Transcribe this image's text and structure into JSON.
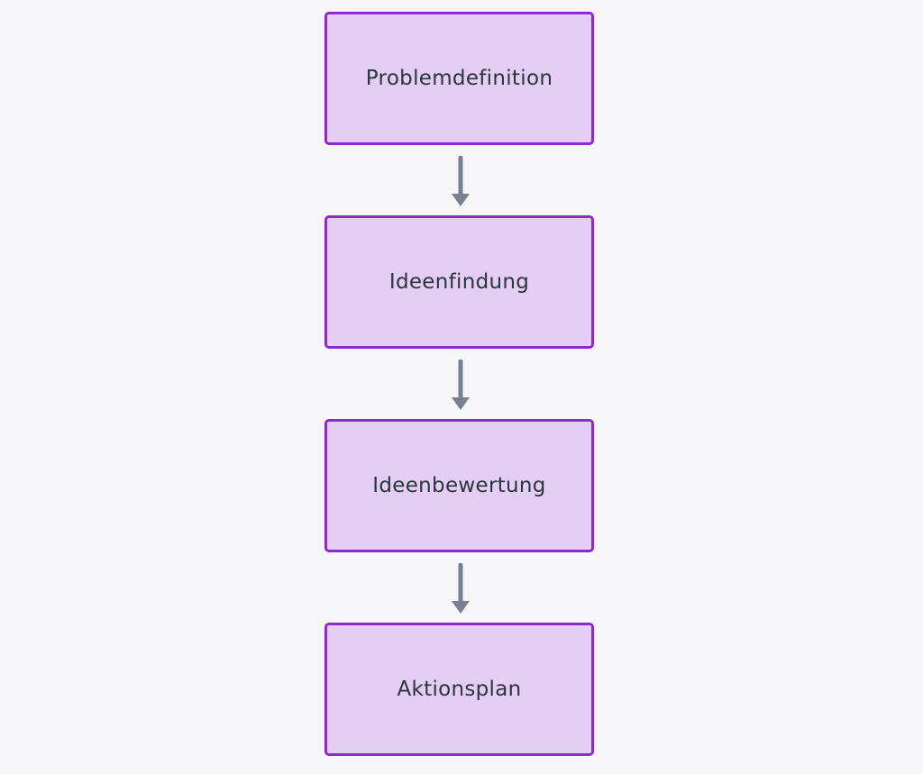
{
  "flowchart": {
    "direction": "top-to-bottom",
    "colors": {
      "background": "#f7f6f9",
      "node_fill": "#e3cff3",
      "node_border": "#8a2ad0",
      "text": "#2f3340",
      "arrow": "#7a8090"
    },
    "nodes": [
      {
        "label": "Problemdefinition"
      },
      {
        "label": "Ideenfindung"
      },
      {
        "label": "Ideenbewertung"
      },
      {
        "label": "Aktionsplan"
      }
    ],
    "edges": [
      {
        "from": "Problemdefinition",
        "to": "Ideenfindung"
      },
      {
        "from": "Ideenfindung",
        "to": "Ideenbewertung"
      },
      {
        "from": "Ideenbewertung",
        "to": "Aktionsplan"
      }
    ]
  }
}
